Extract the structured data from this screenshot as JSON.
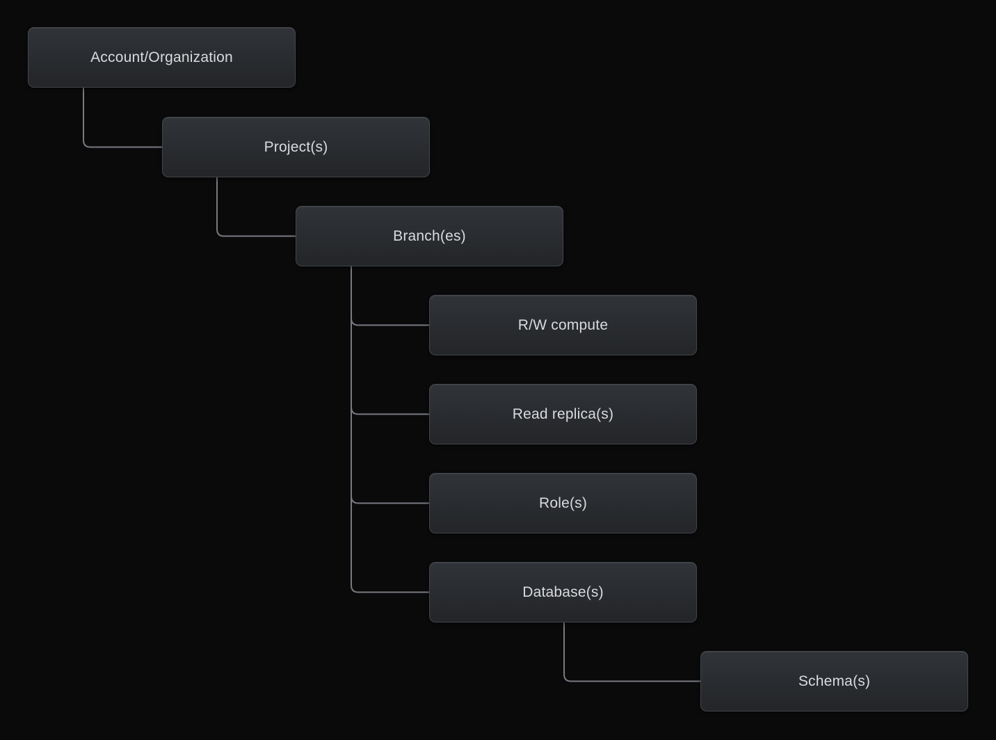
{
  "diagram": {
    "type": "hierarchy-tree",
    "nodes": [
      {
        "id": "account",
        "label": "Account/Organization"
      },
      {
        "id": "project",
        "label": "Project(s)"
      },
      {
        "id": "branch",
        "label": "Branch(es)"
      },
      {
        "id": "rw",
        "label": "R/W compute"
      },
      {
        "id": "replica",
        "label": "Read replica(s)"
      },
      {
        "id": "role",
        "label": "Role(s)"
      },
      {
        "id": "database",
        "label": "Database(s)"
      },
      {
        "id": "schema",
        "label": "Schema(s)"
      }
    ],
    "edges": [
      {
        "from": "account",
        "to": "project"
      },
      {
        "from": "project",
        "to": "branch"
      },
      {
        "from": "branch",
        "to": "rw"
      },
      {
        "from": "branch",
        "to": "replica"
      },
      {
        "from": "branch",
        "to": "role"
      },
      {
        "from": "branch",
        "to": "database"
      },
      {
        "from": "database",
        "to": "schema"
      }
    ],
    "colors": {
      "bg": "#0a0a0b",
      "node_fill_top": "#303338",
      "node_fill_bottom": "#232528",
      "node_border": "#43464b",
      "connector": "#787b81",
      "text": "#d9dbde"
    }
  }
}
